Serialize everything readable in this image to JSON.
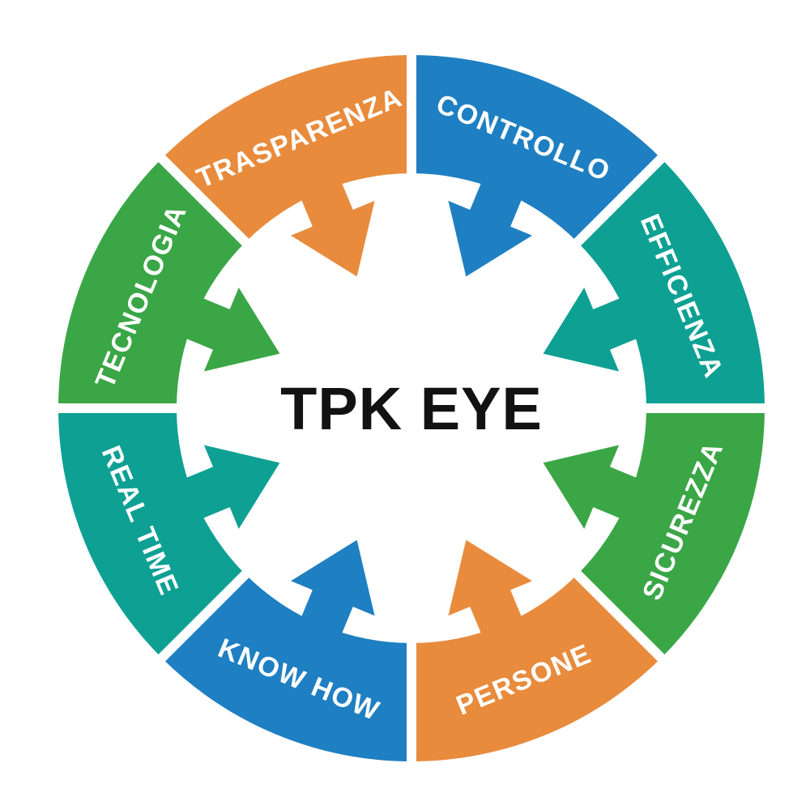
{
  "diagram": {
    "background_color": "#ffffff",
    "center": {
      "title": "TPK EYE",
      "title_color": "#121212"
    },
    "label_text_color": "#ffffff",
    "divider_color": "#ffffff",
    "segments": [
      {
        "label": "CONTROLLO",
        "color": "#1e7fc2"
      },
      {
        "label": "EFFICIENZA",
        "color": "#0ea093"
      },
      {
        "label": "SICUREZZA",
        "color": "#3aa646"
      },
      {
        "label": "PERSONE",
        "color": "#e88b3d"
      },
      {
        "label": "KNOW HOW",
        "color": "#1e7fc2"
      },
      {
        "label": "REAL TIME",
        "color": "#0ea093"
      },
      {
        "label": "TECNOLOGIA",
        "color": "#3aa646"
      },
      {
        "label": "TRASPARENZA",
        "color": "#e88b3d"
      }
    ]
  }
}
